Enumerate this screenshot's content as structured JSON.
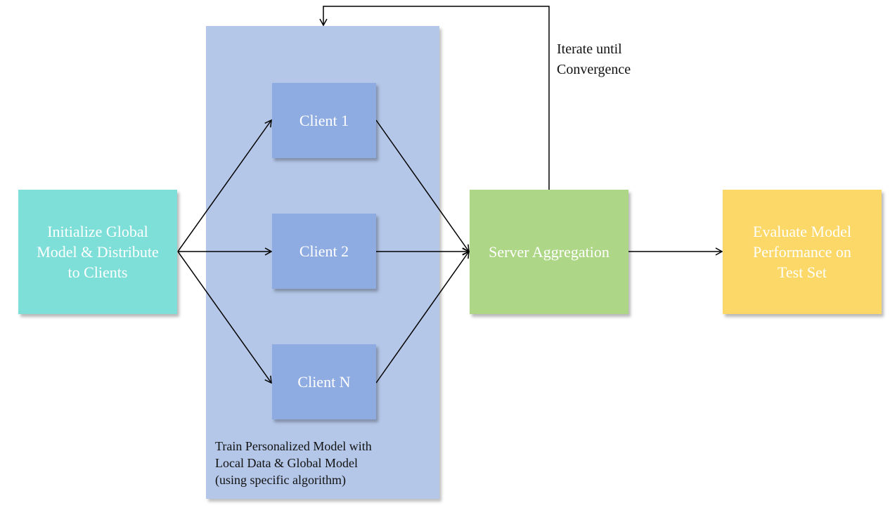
{
  "nodes": {
    "init": "Initialize Global\nModel & Distribute\nto Clients",
    "client1": "Client 1",
    "client2": "Client 2",
    "clientN": "Client N",
    "server": "Server Aggregation",
    "evaluate": "Evaluate Model\nPerformance on\nTest Set"
  },
  "panel_caption": "Train Personalized Model with\nLocal Data & Global Model\n(using specific algorithm)",
  "loop_label": "Iterate until\nConvergence",
  "colors": {
    "init": "#7edfd9",
    "client": "#8eabe2",
    "panel": "#b4c7e8",
    "server": "#add686",
    "evaluate": "#fbd867"
  }
}
